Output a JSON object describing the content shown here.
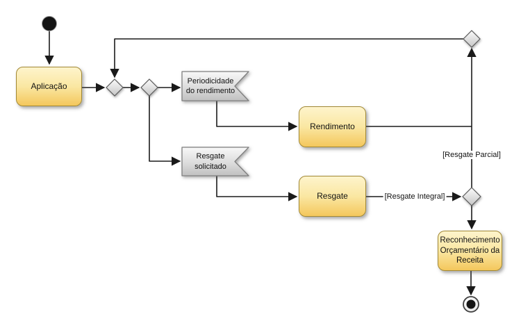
{
  "diagram": {
    "type": "uml-activity-diagram",
    "nodes": {
      "aplicacao": {
        "label": "Aplicação"
      },
      "periodicidade": {
        "label": "Periodicidade do rendimento"
      },
      "rendimento": {
        "label": "Rendimento"
      },
      "resgate_solicitado": {
        "label": "Resgate solicitado"
      },
      "resgate": {
        "label": "Resgate"
      },
      "reconhecimento": {
        "label": "Reconhecimento Orçamentário da Receita"
      }
    },
    "edge_labels": {
      "resgate_parcial": "[Resgate Parcial]",
      "resgate_integral": "[Resgate Integral]"
    },
    "colors": {
      "background": "#FFFFFF",
      "activity_fill_top": "#FEF4CC",
      "activity_fill_bottom": "#F4C75C",
      "activity_border": "#A18834",
      "signal_fill_top": "#F8F8F8",
      "signal_fill_bottom": "#C0C0C0",
      "signal_border": "#7F7F7F",
      "diamond_fill_top": "#FBFBFB",
      "diamond_fill_bottom": "#C6C6C6",
      "diamond_border": "#5A5A5A",
      "edge": "#1A1A1A",
      "node_text": "#111111"
    }
  }
}
